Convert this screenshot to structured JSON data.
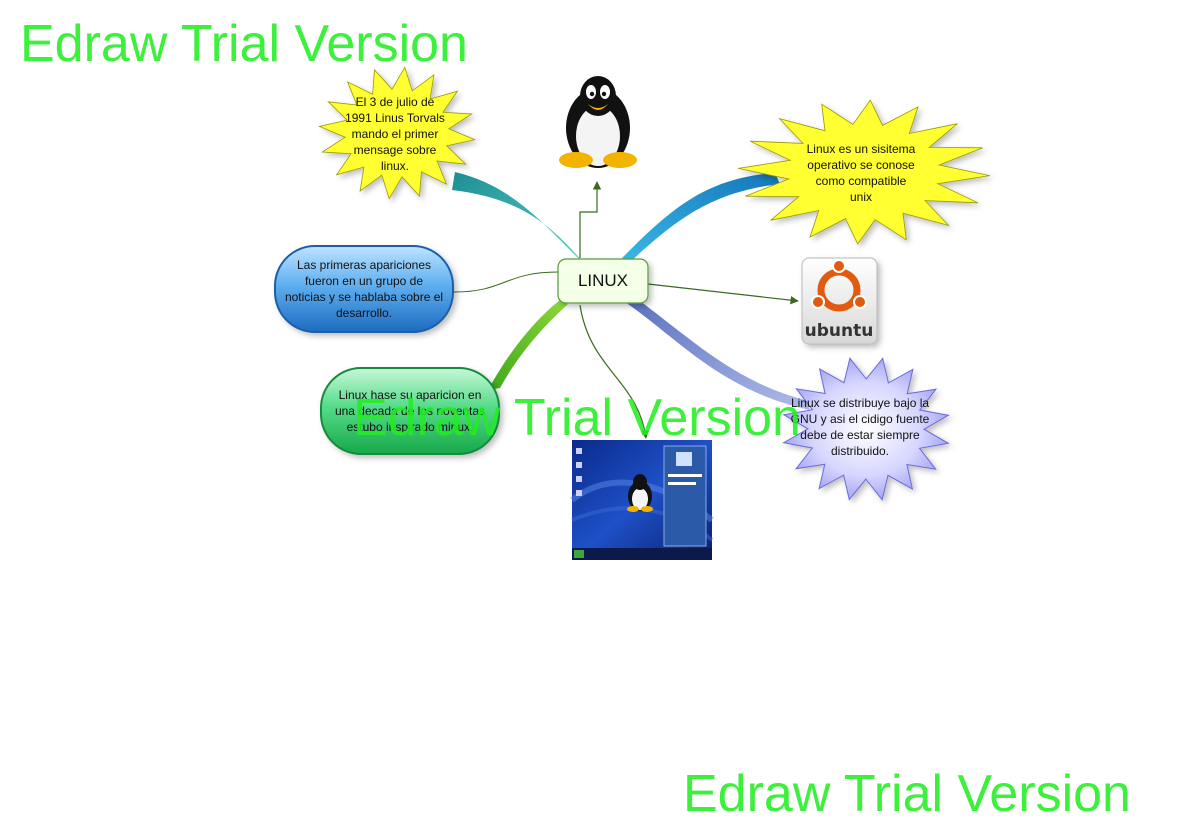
{
  "center": {
    "label": "LINUX"
  },
  "nodes": {
    "top_left": "El 3 de julio de 1991 Linus Torvals mando el primer mensage sobre linux.",
    "top_right": "Linux es un sisitema operativo se conose como compatible unix",
    "mid_left": "Las primeras apariciones fueron en un grupo de noticias y se hablaba sobre el desarrollo.",
    "bottom_left": "Linux hase su aparicion en una decada de los noventas estubo inspirado minux.",
    "bottom_right": "Linux se distribuye bajo la GNU y asi el cidigo fuente debe de estar siempre distribuido."
  },
  "logos": {
    "ubuntu": "ubuntu"
  },
  "watermarks": [
    "Edraw Trial Version",
    "Edraw Trial Version",
    "Edraw Trial Version"
  ],
  "colors": {
    "branch_teal": "#2fb5b0",
    "branch_blue": "#1e9fd8",
    "branch_green": "#6cc22f",
    "branch_violet": "#7b8fd0",
    "star_yellow": "#ffff33",
    "star_violet": "#a9a9ff",
    "pill_blue": "#2a7fd0",
    "pill_green": "#2ecc6a",
    "center_fill": "#f3ffe6",
    "arrow": "#3b6a1c",
    "watermark": "#22ee22",
    "ubuntu_orange": "#e05a10"
  }
}
